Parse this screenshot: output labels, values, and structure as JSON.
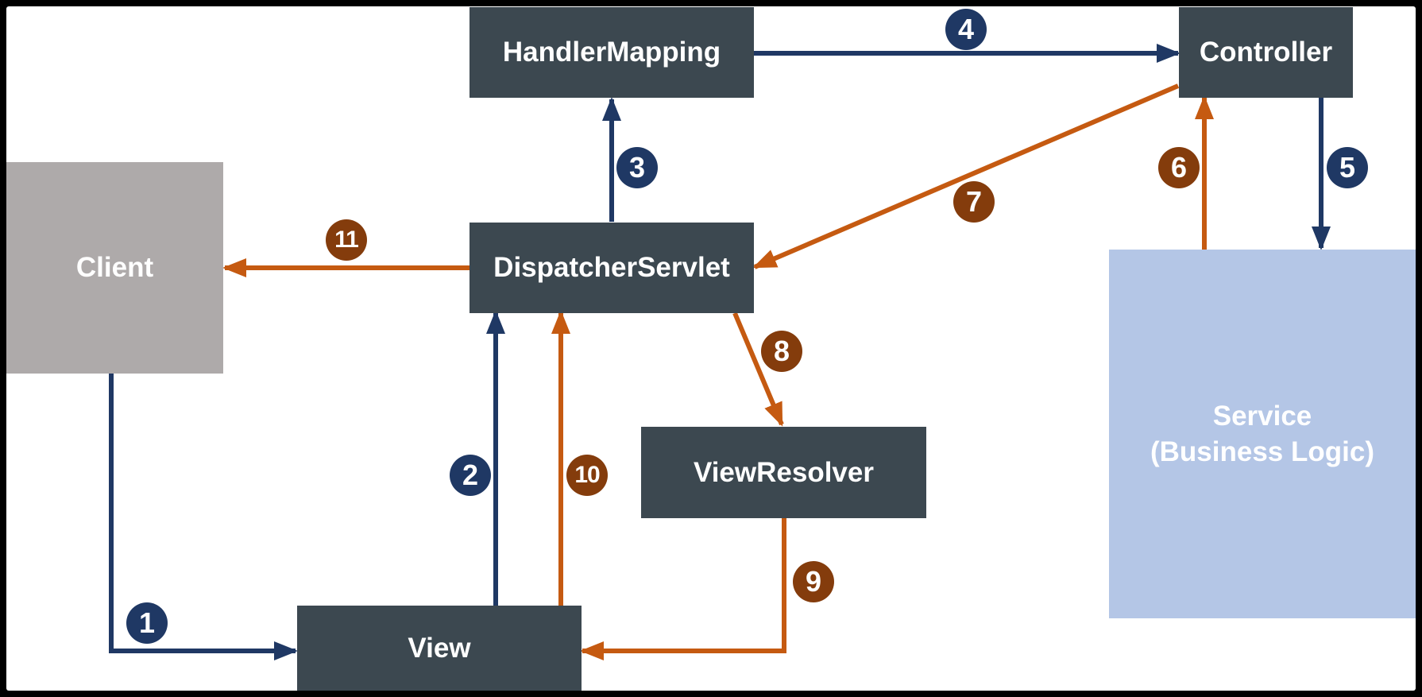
{
  "components": {
    "handler_mapping": "HandlerMapping",
    "controller": "Controller",
    "client": "Client",
    "dispatcher_servlet": "DispatcherServlet",
    "view_resolver": "ViewResolver",
    "view": "View",
    "service_line1": "Service",
    "service_line2": "(Business Logic)"
  },
  "steps": {
    "s1": "1",
    "s2": "2",
    "s3": "3",
    "s4": "4",
    "s5": "5",
    "s6": "6",
    "s7": "7",
    "s8": "8",
    "s9": "9",
    "s10": "10",
    "s11": "11"
  },
  "colors": {
    "request_flow": "#1f3864",
    "response_flow": "#c55a11",
    "response_badge": "#843c0c",
    "component_fill": "#3c4850",
    "client_fill": "#aeaaaa",
    "service_fill": "#b4c6e6"
  }
}
